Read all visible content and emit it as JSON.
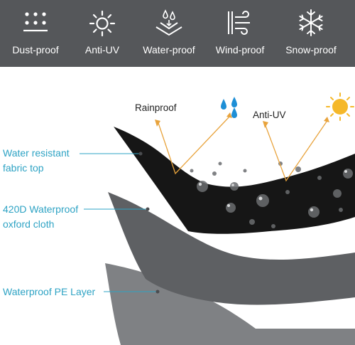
{
  "features": [
    {
      "icon": "dust-proof-icon",
      "label": "Dust-proof"
    },
    {
      "icon": "sun-icon",
      "label": "Anti-UV"
    },
    {
      "icon": "water-drops-icon",
      "label": "Water-proof"
    },
    {
      "icon": "wind-icon",
      "label": "Wind-proof"
    },
    {
      "icon": "snowflake-icon",
      "label": "Snow-proof"
    }
  ],
  "annotations": {
    "rainproof": "Rainproof",
    "anti_uv": "Anti-UV"
  },
  "layers": {
    "top": {
      "line1": "Water resistant",
      "line2": "fabric top"
    },
    "middle": {
      "line1": "420D Waterproof",
      "line2": "oxford cloth"
    },
    "bottom": {
      "line1": "Waterproof PE Layer"
    }
  },
  "colors": {
    "bar": "#55575a",
    "accent": "#2ea3c4",
    "arrow": "#e8a33c",
    "sun": "#f5b82a",
    "rain": "#1e8fd6"
  }
}
